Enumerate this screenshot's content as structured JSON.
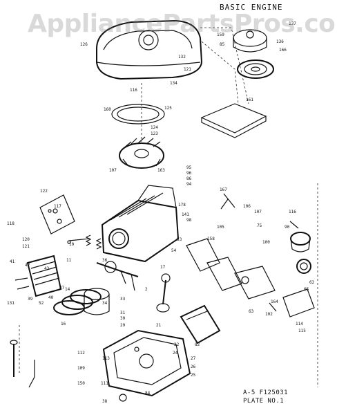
{
  "header": {
    "title": "BASIC ENGINE"
  },
  "watermark": "AppliancePartsPros.com",
  "footer": {
    "line1": "A-5    F125031",
    "line2": "PLATE NO.1"
  },
  "callouts": [
    {
      "id": "c126",
      "text": "126"
    },
    {
      "id": "c132",
      "text": "132"
    },
    {
      "id": "c121",
      "text": "121"
    },
    {
      "id": "c116",
      "text": "116"
    },
    {
      "id": "c134",
      "text": "134"
    },
    {
      "id": "c160",
      "text": "160"
    },
    {
      "id": "c125",
      "text": "125"
    },
    {
      "id": "c124",
      "text": "124"
    },
    {
      "id": "c123",
      "text": "123"
    },
    {
      "id": "c161",
      "text": "161"
    },
    {
      "id": "c136",
      "text": "136"
    },
    {
      "id": "c166",
      "text": "166"
    },
    {
      "id": "c159",
      "text": "159"
    },
    {
      "id": "c85",
      "text": "85"
    },
    {
      "id": "c137",
      "text": "137"
    },
    {
      "id": "c163",
      "text": "163"
    },
    {
      "id": "c107a",
      "text": "107"
    },
    {
      "id": "c95",
      "text": "95"
    },
    {
      "id": "c96",
      "text": "96"
    },
    {
      "id": "c86",
      "text": "86"
    },
    {
      "id": "c94",
      "text": "94"
    },
    {
      "id": "c122",
      "text": "122"
    },
    {
      "id": "c117",
      "text": "117"
    },
    {
      "id": "c118",
      "text": "118"
    },
    {
      "id": "c120",
      "text": "120"
    },
    {
      "id": "c121b",
      "text": "121"
    },
    {
      "id": "c178",
      "text": "178"
    },
    {
      "id": "c141",
      "text": "141"
    },
    {
      "id": "c98",
      "text": "98"
    },
    {
      "id": "c167",
      "text": "167"
    },
    {
      "id": "c106",
      "text": "106"
    },
    {
      "id": "c107b",
      "text": "107"
    },
    {
      "id": "c116b",
      "text": "116"
    },
    {
      "id": "c90",
      "text": "90"
    },
    {
      "id": "c105",
      "text": "105"
    },
    {
      "id": "c75",
      "text": "75"
    },
    {
      "id": "c100",
      "text": "100"
    },
    {
      "id": "c158",
      "text": "158"
    },
    {
      "id": "c41",
      "text": "41"
    },
    {
      "id": "c42",
      "text": "42"
    },
    {
      "id": "c43",
      "text": "43"
    },
    {
      "id": "c131",
      "text": "131"
    },
    {
      "id": "c39",
      "text": "39"
    },
    {
      "id": "c52",
      "text": "52"
    },
    {
      "id": "c40",
      "text": "40"
    },
    {
      "id": "c47",
      "text": "47"
    },
    {
      "id": "c11",
      "text": "11"
    },
    {
      "id": "c14",
      "text": "14"
    },
    {
      "id": "c16",
      "text": "16"
    },
    {
      "id": "c34",
      "text": "34"
    },
    {
      "id": "c36",
      "text": "36"
    },
    {
      "id": "c53",
      "text": "53"
    },
    {
      "id": "c54",
      "text": "54"
    },
    {
      "id": "c62",
      "text": "62"
    },
    {
      "id": "c65",
      "text": "65"
    },
    {
      "id": "c164",
      "text": "164"
    },
    {
      "id": "c102",
      "text": "102"
    },
    {
      "id": "c63",
      "text": "63"
    },
    {
      "id": "c114",
      "text": "114"
    },
    {
      "id": "c115",
      "text": "115"
    },
    {
      "id": "c33",
      "text": "33"
    },
    {
      "id": "c31",
      "text": "31"
    },
    {
      "id": "c30",
      "text": "30"
    },
    {
      "id": "c29",
      "text": "29"
    },
    {
      "id": "c21",
      "text": "21"
    },
    {
      "id": "c22",
      "text": "22"
    },
    {
      "id": "c24",
      "text": "24"
    },
    {
      "id": "c27",
      "text": "27"
    },
    {
      "id": "c26",
      "text": "26"
    },
    {
      "id": "c25",
      "text": "25"
    },
    {
      "id": "c112",
      "text": "112"
    },
    {
      "id": "c113",
      "text": "113"
    },
    {
      "id": "c109",
      "text": "109"
    },
    {
      "id": "c150",
      "text": "150"
    },
    {
      "id": "c111",
      "text": "111"
    },
    {
      "id": "c82",
      "text": "82"
    },
    {
      "id": "c84",
      "text": "84"
    },
    {
      "id": "c38",
      "text": "38"
    },
    {
      "id": "c10",
      "text": "10"
    },
    {
      "id": "c2",
      "text": "2"
    },
    {
      "id": "c17",
      "text": "17"
    }
  ]
}
